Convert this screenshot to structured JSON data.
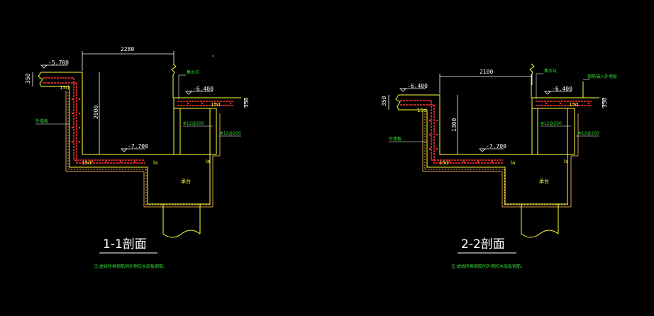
{
  "colors": {
    "background": "#000000",
    "concrete_outline": "#ffff33",
    "rebar": "#ff3333",
    "dimension": "#ffffff",
    "annotation": "#33dd33",
    "hatch": "#d9a14a"
  },
  "section1": {
    "title": "1-1剖面",
    "note": "注:虚线所框钢筋同外侧防水底板钢筋。",
    "width_dim": "2280",
    "depth_dim": "2000",
    "left_slab_dim": "350",
    "right_slab_dim": "350",
    "left_top_elev": "-5.700",
    "right_top_elev": "-6.400",
    "bottom_elev": "-7.700",
    "left_wall_label": "外墙板",
    "right_wall_label": "集水坑",
    "rebar_label_1": "Φ12@200",
    "rebar_label_2": "Φ12@200",
    "pile_cap_label": "承台",
    "anchor_label": "15d",
    "la_label": "la"
  },
  "section2": {
    "title": "2-2剖面",
    "note": "注:虚线所框钢筋同外侧防水底板钢筋。",
    "width_dim": "2100",
    "depth_dim": "1300",
    "left_slab_dim": "350",
    "right_slab_dim": "350",
    "left_top_elev": "-6.400",
    "right_top_elev": "-6.400",
    "bottom_elev": "-7.700",
    "left_wall_label": "外墙板",
    "right_wall_label": "集水坑",
    "extra_label": "钢筋锚入外墙板",
    "rebar_label_1": "Φ12@200",
    "rebar_label_2": "Φ12@200",
    "pile_cap_label": "承台",
    "anchor_label": "15d",
    "la_label": "la"
  }
}
